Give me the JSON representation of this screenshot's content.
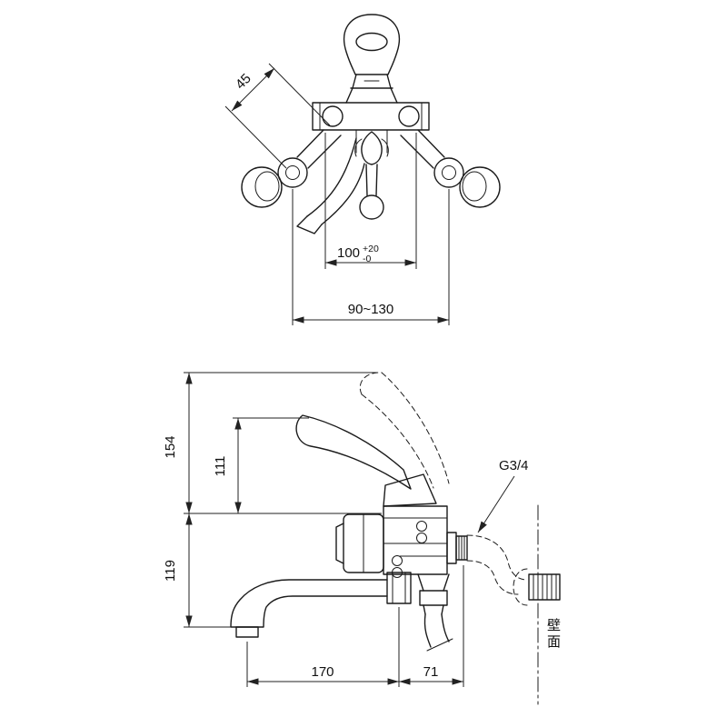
{
  "page": {
    "background": "#ffffff"
  },
  "top_view": {
    "dim_angle": "45",
    "dim_center_distance": {
      "value": "100",
      "tol_plus": "+20",
      "tol_minus": "-0"
    },
    "dim_pitch_range": "90~130"
  },
  "side_view": {
    "dim_height_upper": "154",
    "dim_height_lever": "111",
    "dim_height_lower": "119",
    "thread_label": "G3/4",
    "dim_spout_reach": "170",
    "dim_wall_offset": "71",
    "wall_label": "壁面"
  }
}
